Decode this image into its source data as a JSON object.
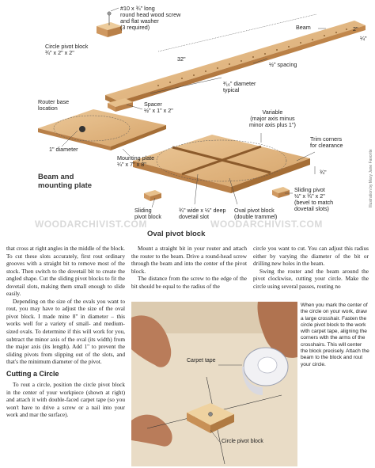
{
  "diagram": {
    "screw_label": "#10 x ¾\" long\nround head wood screw\nand flat washer\n(3 required)",
    "circle_pivot_block_label": "Circle pivot block\n¾\" x 2\" x 2\"",
    "beam_label": "Beam",
    "beam_dims": "2\"",
    "beam_thickness": "¼\"",
    "length_32": "32\"",
    "spacing": "½\" spacing",
    "diameter_typical": "³⁄₁₆\" diameter\ntypical",
    "router_base_label": "Router base\nlocation",
    "spacer_label": "Spacer\n½\" x 1\" x 2\"",
    "variable_label": "Variable\n(major axis minus\nminor axis plus 1\")",
    "trim_corners_label": "Trim corners\nfor clearance",
    "one_inch_diameter": "1\" diameter",
    "mounting_plate_label": "Mounting plate\n¼\" x 7\" x 8\"",
    "beam_mounting_title": "Beam and\nmounting plate",
    "three_quarter": "¾\"",
    "sliding_pivot_right": "Sliding pivot\n½\" x ¾\" x 2\"\n(bevel to match\ndovetail slots)",
    "sliding_pivot_block": "Sliding\npivot block",
    "dovetail_slot": "¾\" wide x ½\" deep\ndovetail slot",
    "oval_pivot_block_label": "Oval pivot block\n(double trammel)",
    "oval_pivot_title": "Oval pivot block",
    "credit": "Illustration by Mary Jane Favorite",
    "watermark": "WOODARCHIVIST.COM"
  },
  "text": {
    "col1_p1": "that cross at right angles in the middle of the block. To cut these slots accurately, first rout ordinary grooves with a straight bit to remove most of the stock. Then switch to the dovetail bit to create the angled shape. Cut the sliding pivot blocks to fit the dovetail slots, making them small enough to slide easily.",
    "col1_p2": "Depending on the size of the ovals you want to rout, you may have to adjust the size of the oval pivot block. I made mine 8\" in diameter – this works well for a variety of small- and medium-sized ovals. To determine if this will work for you, subtract the minor axis of the oval (its width) from the major axis (its length). Add 1\" to prevent the sliding pivots from slipping out of the slots, and that's the minimum diameter of the pivot.",
    "col1_heading": "Cutting a Circle",
    "col1_p3": "To rout a circle, position the circle pivot block in the center of your workpiece (shown at right) and attach it with double-faced carpet tape (so you won't have to drive a screw or a nail into your work and mar the surface).",
    "col2_p1": "Mount a straight bit in your router and attach the router to the beam. Drive a round-head screw through the beam and into the center of the pivot block.",
    "col2_p2": "The distance from the screw to the edge of the bit should be equal to the radius of the",
    "col3_p1": "circle you want to cut. You can adjust this radius either by varying the diameter of the bit or drilling new holes in the beam.",
    "col3_p2": "Swing the router and the beam around the pivot clockwise, cutting your circle. Make the circle using several passes, routing no",
    "photo_caption": "When you mark the center of the circle on your work, draw a large crosshair. Fasten the circle pivot block to the work with carpet tape, aligning the corners with the arms of the crosshairs. This will center the block precisely. Attach the beam to the block and rout your circle.",
    "carpet_tape_label": "Carpet tape",
    "photo_circle_pivot_label": "Circle pivot block"
  }
}
